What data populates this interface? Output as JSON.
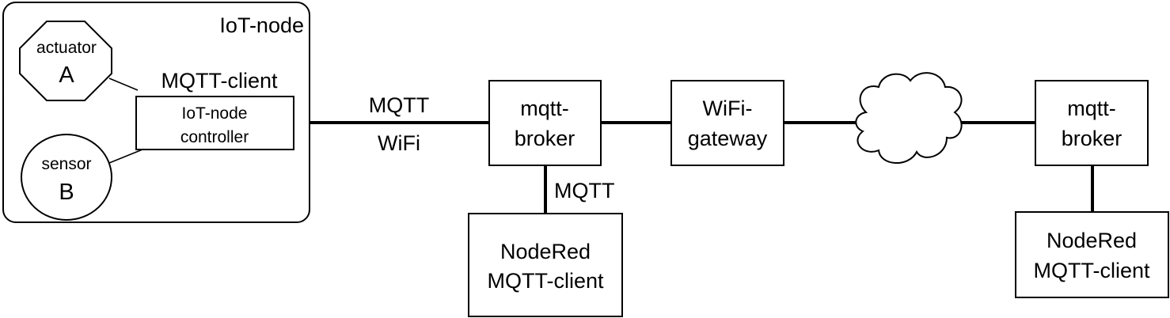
{
  "colors": {
    "stroke": "#000000",
    "fill": "#ffffff",
    "text": "#000000"
  },
  "iot_node": {
    "title": "IoT-node",
    "actuator": {
      "line1": "actuator",
      "line2": "A"
    },
    "sensor": {
      "line1": "sensor",
      "line2": "B"
    },
    "client_label": "MQTT-client",
    "controller": {
      "line1": "IoT-node",
      "line2": "controller"
    }
  },
  "links": {
    "node_to_broker_top": "MQTT",
    "node_to_broker_bottom": "WiFi",
    "broker_to_nodered": "MQTT"
  },
  "broker_local": {
    "line1": "mqtt-",
    "line2": "broker"
  },
  "nodered_local": {
    "line1": "NodeRed",
    "line2": "MQTT-client"
  },
  "gateway": {
    "line1": "WiFi-",
    "line2": "gateway"
  },
  "cloud": {
    "icon": "cloud-icon"
  },
  "broker_remote": {
    "line1": "mqtt-",
    "line2": "broker"
  },
  "nodered_remote": {
    "line1": "NodeRed",
    "line2": "MQTT-client"
  }
}
